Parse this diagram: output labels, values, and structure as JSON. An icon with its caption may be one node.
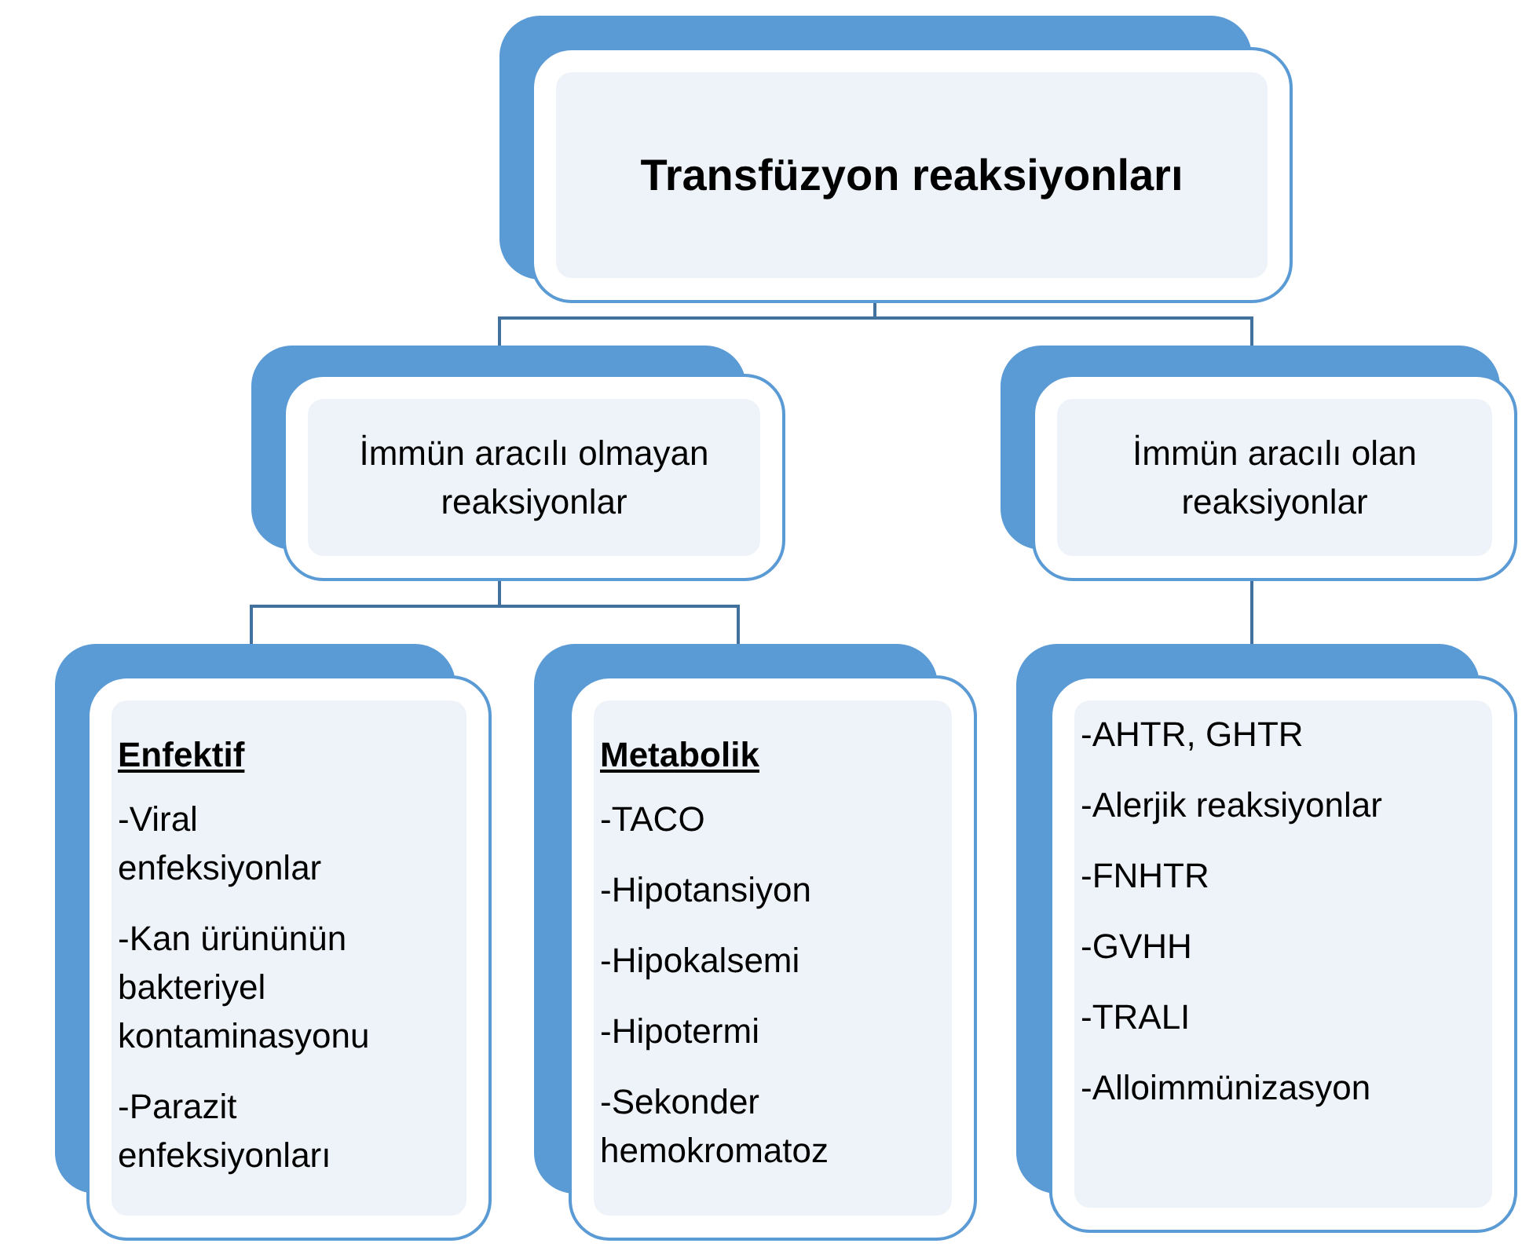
{
  "diagram": {
    "nodes": [
      {
        "text": [
          "Transfüzyon reaksiyonları"
        ]
      },
      {
        "text": [
          "İmmün aracılı olmayan reaksiyonlar"
        ]
      },
      {
        "text": [
          "İmmün aracılı olan reaksiyonlar"
        ]
      },
      {
        "text": [
          "Enfektif",
          "-Viral enfeksiyonlar",
          "-Kan ürününün bakteriyel kontaminasyonu",
          "-Parazit enfeksiyonları"
        ]
      },
      {
        "text": [
          "Metabolik",
          "-TACO",
          "-Hipotansiyon",
          "-Hipokalsemi",
          "-Hipotermi",
          "-Sekonder hemokromatoz"
        ]
      },
      {
        "text": [
          "-AHTR, GHTR",
          "-Alerjik reaksiyonlar",
          "-FNHTR",
          "-GVHH",
          "-TRALI",
          "-Alloimmünizasyon"
        ]
      }
    ],
    "edges": [
      {
        "from": 0,
        "to": 1,
        "arrow": "none"
      },
      {
        "from": 0,
        "to": 2,
        "arrow": "none"
      },
      {
        "from": 1,
        "to": 3,
        "arrow": "none"
      },
      {
        "from": 1,
        "to": 4,
        "arrow": "none"
      },
      {
        "from": 2,
        "to": 5,
        "arrow": "none"
      }
    ]
  }
}
